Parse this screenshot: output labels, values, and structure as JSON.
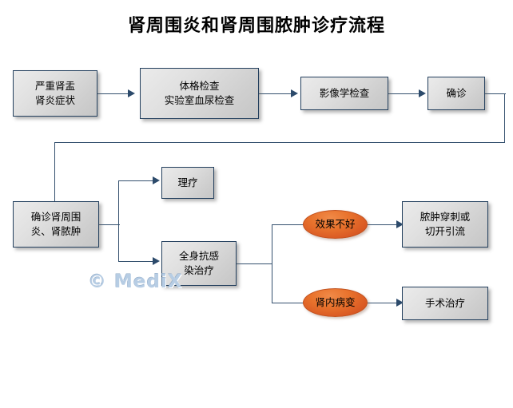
{
  "document": {
    "title": "肾周围炎和肾周围脓肿诊疗流程",
    "watermark": "© MediX"
  },
  "colors": {
    "process_fill_light": "#ebebeb",
    "process_fill_dark": "#c6c6c6",
    "process_border": "#24405e",
    "decision_fill_light": "#f08a48",
    "decision_fill_dark": "#c9481c",
    "decision_border": "#c2521f",
    "connector": "#34506e",
    "watermark_color": "#b7cde4",
    "background": "#ffffff"
  },
  "flowchart": {
    "nodes": [
      {
        "id": "symptoms",
        "shape": "process",
        "label": "严重肾盂\n肾炎症状"
      },
      {
        "id": "exam",
        "shape": "process",
        "label": "体格检查\n实验室血尿检查"
      },
      {
        "id": "imaging",
        "shape": "process",
        "label": "影像学检查"
      },
      {
        "id": "diagnosis",
        "shape": "process",
        "label": "确诊"
      },
      {
        "id": "confirmed",
        "shape": "process",
        "label": "确诊肾周围\n炎、肾脓肿"
      },
      {
        "id": "physiotherapy",
        "shape": "process",
        "label": "理疗"
      },
      {
        "id": "antibiotics",
        "shape": "process",
        "label": "全身抗感\n染治疗"
      },
      {
        "id": "poor-effect",
        "shape": "decision",
        "label": "效果不好"
      },
      {
        "id": "renal-lesion",
        "shape": "decision",
        "label": "肾内病变"
      },
      {
        "id": "drainage",
        "shape": "process",
        "label": "脓肿穿刺或\n切开引流"
      },
      {
        "id": "surgery",
        "shape": "process",
        "label": "手术治疗"
      }
    ],
    "edges": [
      {
        "from": "symptoms",
        "to": "exam"
      },
      {
        "from": "exam",
        "to": "imaging"
      },
      {
        "from": "imaging",
        "to": "diagnosis"
      },
      {
        "from": "diagnosis",
        "to": "confirmed"
      },
      {
        "from": "confirmed",
        "to": "physiotherapy"
      },
      {
        "from": "confirmed",
        "to": "antibiotics"
      },
      {
        "from": "antibiotics",
        "to": "poor-effect"
      },
      {
        "from": "antibiotics",
        "to": "renal-lesion"
      },
      {
        "from": "poor-effect",
        "to": "drainage"
      },
      {
        "from": "renal-lesion",
        "to": "surgery"
      }
    ]
  }
}
